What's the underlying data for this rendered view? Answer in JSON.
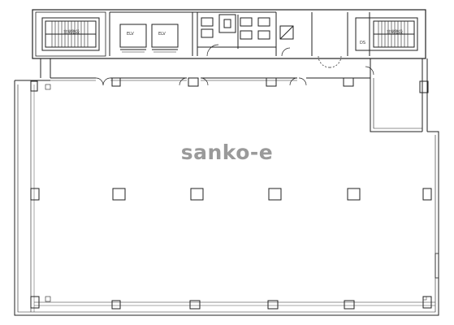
{
  "watermark": "sanko-e",
  "labels": {
    "stair_left": "非常階段",
    "elevator_1": "ELV",
    "elevator_2": "ELV",
    "stair_right": "非常階段",
    "door_code": "DS"
  }
}
